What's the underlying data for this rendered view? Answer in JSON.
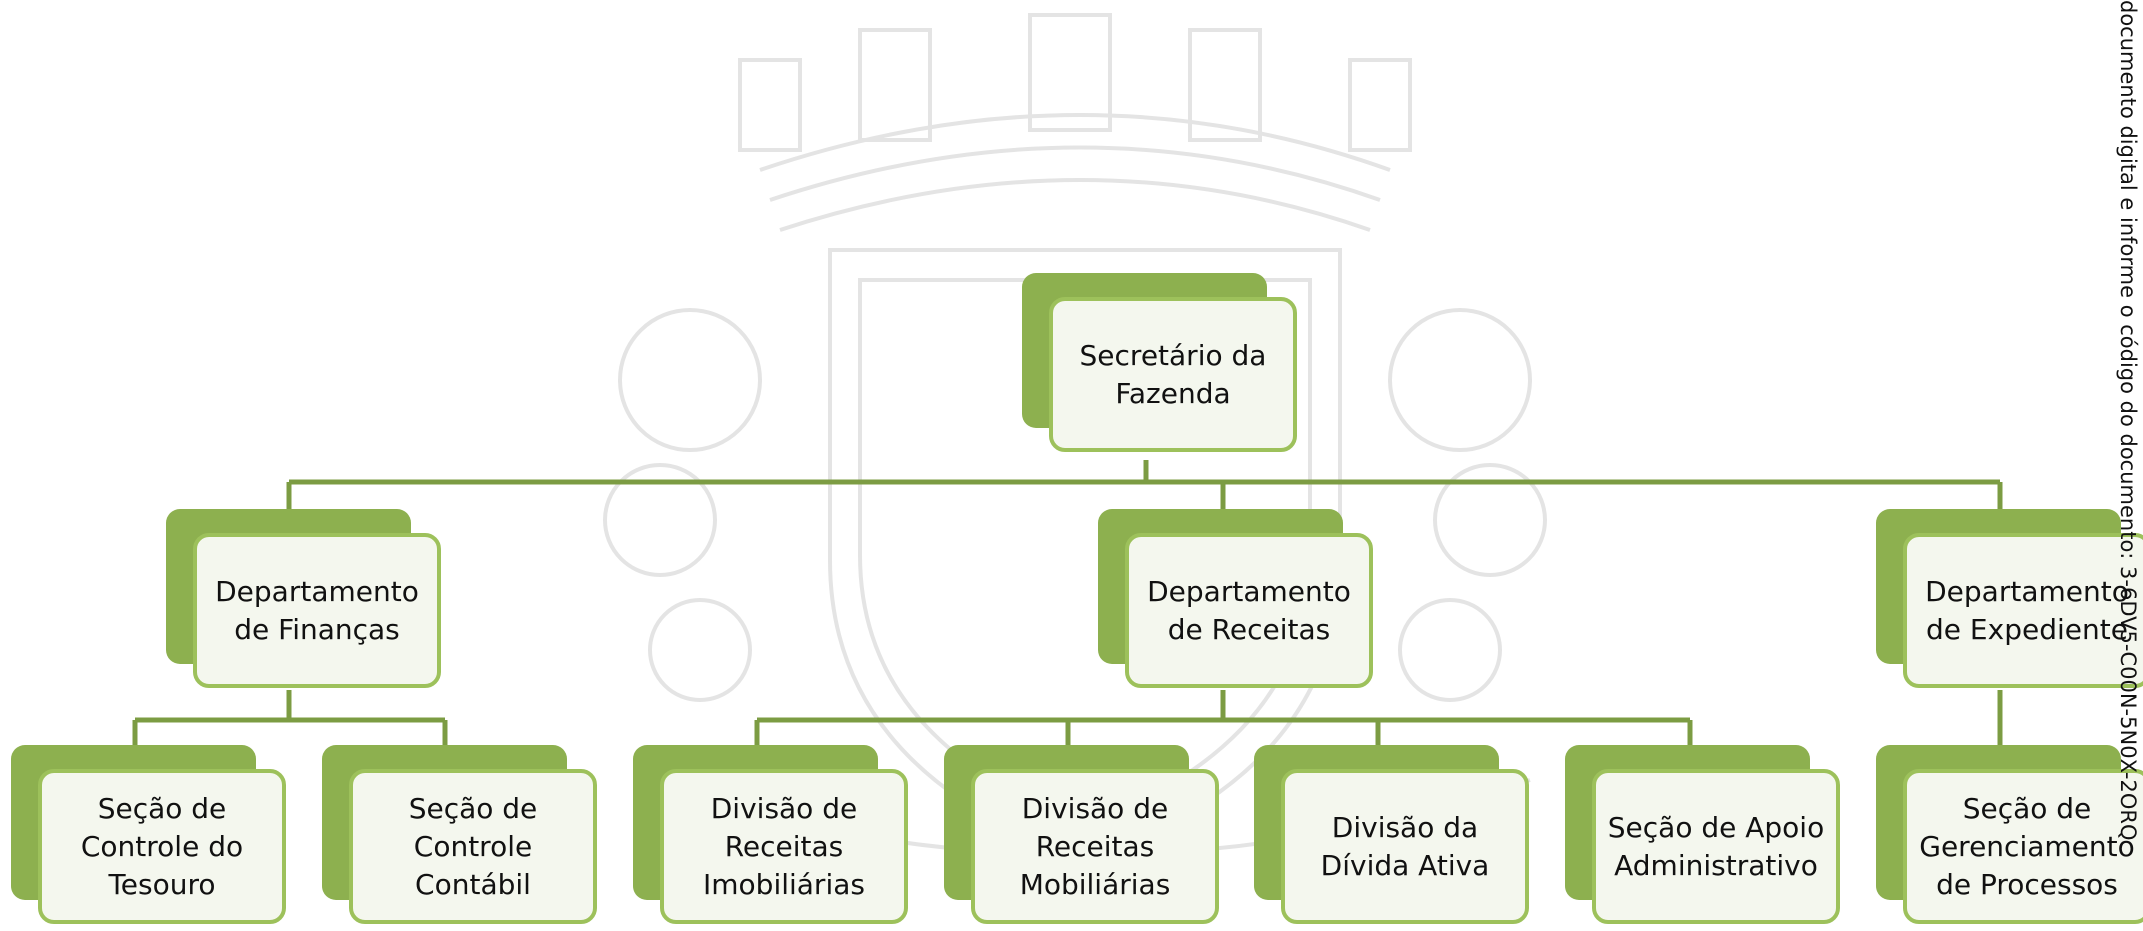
{
  "organogram": {
    "root": {
      "label": "Secretário da\nFazenda"
    },
    "departments": [
      {
        "label": "Departamento\nde Finanças"
      },
      {
        "label": "Departamento\nde Receitas"
      },
      {
        "label": "Departamento\nde Expediente"
      }
    ],
    "sections": [
      {
        "label": "Seção de\nControle do\nTesouro"
      },
      {
        "label": "Seção de\nControle\nContábil"
      },
      {
        "label": "Divisão de\nReceitas\nImobiliárias"
      },
      {
        "label": "Divisão de\nReceitas\nMobiliárias"
      },
      {
        "label": "Divisão da\nDívida Ativa"
      },
      {
        "label": "Seção de Apoio\nAdministrativo"
      },
      {
        "label": "Seção de\nGerenciamento\nde Processos"
      }
    ]
  },
  "side_note": "documento digital e informe o código do documento: 3-6DV5-C00N-5N0X-2ORQ",
  "colors": {
    "box_back": "#8db04f",
    "box_border": "#9dc15b",
    "box_fill": "#f4f7ee",
    "connector": "#7c9c43",
    "watermark": "#e6e6e6"
  }
}
